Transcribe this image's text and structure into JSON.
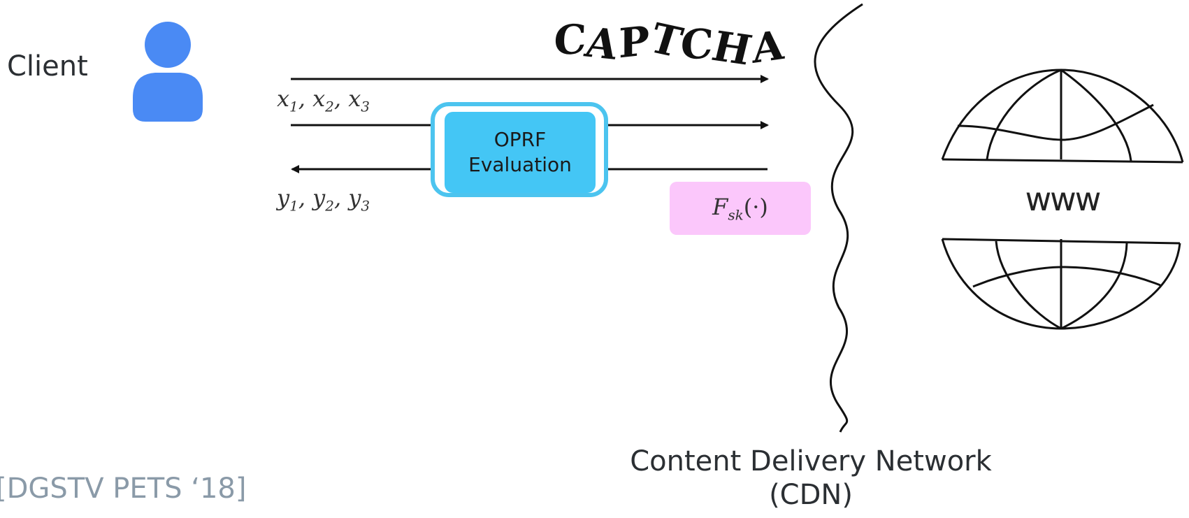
{
  "client": {
    "label": "Client",
    "icon": "person-icon",
    "color": "#4a8af4"
  },
  "messages": {
    "inputs": {
      "base": "x",
      "subs": [
        "1",
        "2",
        "3"
      ]
    },
    "outputs": {
      "base": "y",
      "subs": [
        "1",
        "2",
        "3"
      ]
    }
  },
  "oprf": {
    "line1": "OPRF",
    "line2": "Evaluation",
    "fill": "#44c6f5",
    "border": "#4cc4ef"
  },
  "captcha": {
    "text": "CAPTCHA",
    "letters": [
      "C",
      "A",
      "P",
      "T",
      "C",
      "H",
      "A"
    ]
  },
  "prf": {
    "base": "F",
    "sub": "sk",
    "arg": "(·)",
    "fill": "#fbc7fb"
  },
  "cdn": {
    "line1": "Content Delivery Network",
    "line2": "(CDN)"
  },
  "web": {
    "label": "www",
    "icon": "globe-icon"
  },
  "citation": "[DGSTV PETS ‘18]"
}
